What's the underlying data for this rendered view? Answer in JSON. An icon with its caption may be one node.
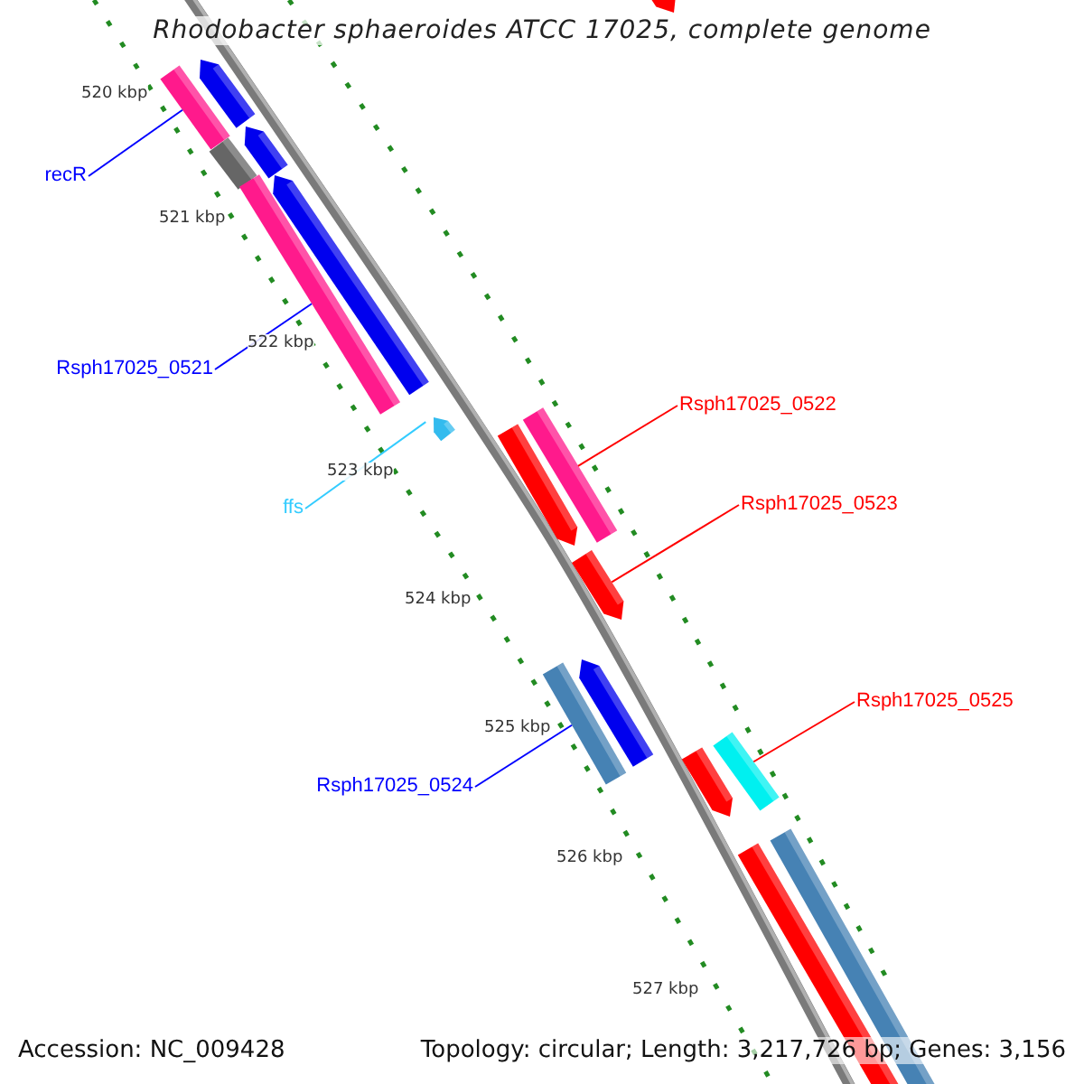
{
  "diagram": {
    "title": "Rhodobacter sphaeroides ATCC 17025, complete genome",
    "nodes": [
      {
        "text": [
          "recR"
        ]
      },
      {
        "text": [
          "Rsph17025_0521"
        ]
      },
      {
        "text": [
          "ffs"
        ]
      },
      {
        "text": [
          "Rsph17025_0522"
        ]
      },
      {
        "text": [
          "Rsph17025_0523"
        ]
      },
      {
        "text": [
          "Rsph17025_0524"
        ]
      },
      {
        "text": [
          "Rsph17025_0525"
        ]
      },
      {
        "text": [],
        "shape": "bar"
      },
      {
        "text": [],
        "shape": "bar"
      },
      {
        "text": [],
        "shape": "arrow"
      },
      {
        "text": [],
        "shape": "bar"
      },
      {
        "text": [],
        "shape": "arrow"
      },
      {
        "text": [],
        "shape": "bar"
      },
      {
        "text": [],
        "shape": "bar"
      }
    ],
    "edges": [
      {
        "from": 0,
        "to": 7,
        "arrow": "none",
        "color": "#0000ff"
      },
      {
        "from": 1,
        "to": 8,
        "arrow": "none",
        "color": "#0000ff"
      },
      {
        "from": 2,
        "to": 9,
        "arrow": "none",
        "color": "#33ccff"
      },
      {
        "from": 3,
        "to": 10,
        "arrow": "none",
        "color": "#ff0000"
      },
      {
        "from": 4,
        "to": 11,
        "arrow": "none",
        "color": "#ff0000"
      },
      {
        "from": 5,
        "to": 12,
        "arrow": "none",
        "color": "#0000ff"
      },
      {
        "from": 6,
        "to": 13,
        "arrow": "none",
        "color": "#ff0000"
      }
    ],
    "labels": [
      "520 kbp",
      "521 kbp",
      "522 kbp",
      "523 kbp",
      "524 kbp",
      "525 kbp",
      "526 kbp",
      "527 kbp",
      "Accession: NC_009428",
      "Topology: circular; Length: 3,217,726 bp; Genes: 3,156"
    ]
  }
}
